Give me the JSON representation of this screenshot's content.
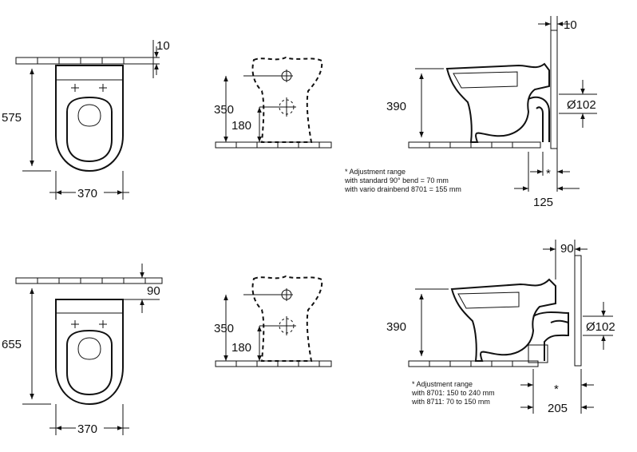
{
  "colors": {
    "line": "#111111",
    "background": "#ffffff"
  },
  "row1": {
    "plan": {
      "wall_gap": "10",
      "depth": "575",
      "width": "370"
    },
    "front": {
      "outlet_height": "350",
      "inlet_height": "180"
    },
    "side": {
      "top_gap": "10",
      "height": "390",
      "pipe_diameter": "Ø102",
      "setback": "125",
      "adjust_mark": "*",
      "note_lines": [
        "* Adjustment range",
        "with standard 90° bend = 70 mm",
        "with vario drainbend 8701 = 155 mm"
      ]
    }
  },
  "row2": {
    "plan": {
      "wall_gap": "90",
      "depth": "655",
      "width": "370"
    },
    "front": {
      "outlet_height": "350",
      "inlet_height": "180"
    },
    "side": {
      "top_gap": "90",
      "height": "390",
      "pipe_diameter": "Ø102",
      "setback": "205",
      "adjust_mark": "*",
      "note_lines": [
        "* Adjustment range",
        "with 8701: 150 to 240 mm",
        "with 8711: 70 to 150 mm"
      ]
    }
  }
}
